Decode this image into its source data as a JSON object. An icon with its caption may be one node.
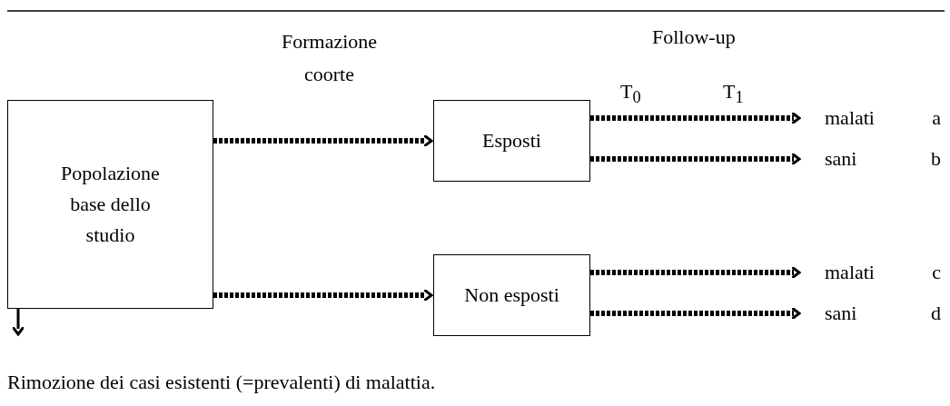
{
  "diagram": {
    "nodes": [
      {
        "text": [
          "Popolazione base dello studio"
        ]
      },
      {
        "text": [
          "Esposti"
        ]
      },
      {
        "text": [
          "Non esposti"
        ]
      },
      {
        "text": [
          "malati",
          "a"
        ]
      },
      {
        "text": [
          "sani",
          "b"
        ]
      },
      {
        "text": [
          "malati",
          "c"
        ]
      },
      {
        "text": [
          "sani",
          "d"
        ]
      }
    ],
    "edges": [
      {
        "from": 0,
        "to": 1,
        "arrow": "to",
        "style": "dashed"
      },
      {
        "from": 0,
        "to": 2,
        "arrow": "to",
        "style": "dashed"
      },
      {
        "from": 1,
        "to": 3,
        "arrow": "to",
        "style": "dashed"
      },
      {
        "from": 1,
        "to": 4,
        "arrow": "to",
        "style": "dashed"
      },
      {
        "from": 2,
        "to": 5,
        "arrow": "to",
        "style": "dashed"
      },
      {
        "from": 2,
        "to": 6,
        "arrow": "to",
        "style": "dashed"
      },
      {
        "from": 0,
        "to": null,
        "arrow": "to"
      }
    ],
    "labels": [
      "Formazione coorte",
      "Follow-up",
      "T$_{0}$",
      "T$_{1}$",
      "Rimozione dei casi esistenti (=prevalenti) di malattia."
    ]
  }
}
